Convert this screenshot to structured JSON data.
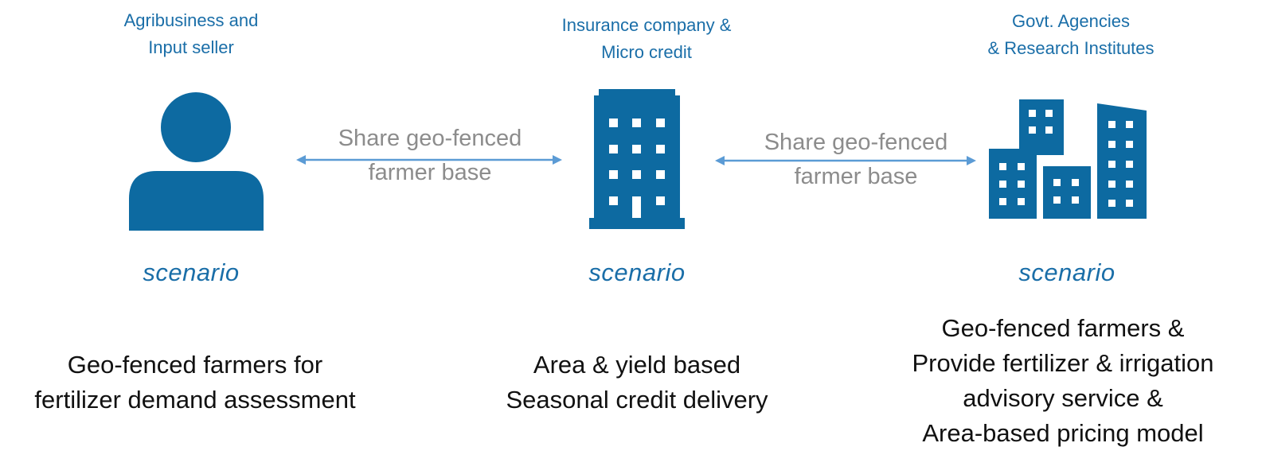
{
  "colors": {
    "accent": "#1a6ea8",
    "icon_fill": "#0d6aa1",
    "arrow": "#5b9bd5",
    "link_text": "#8c8c8c",
    "body_text": "#111111"
  },
  "actors": [
    {
      "title_lines": [
        "Agribusiness and",
        "Input seller"
      ],
      "icon": "person-icon",
      "scenario_label": "scenario",
      "description_lines": [
        "Geo-fenced farmers for",
        "fertilizer demand assessment"
      ]
    },
    {
      "title_lines": [
        "Insurance company &",
        "Micro credit"
      ],
      "icon": "office-building-icon",
      "scenario_label": "scenario",
      "description_lines": [
        "Area & yield based",
        "Seasonal credit delivery"
      ]
    },
    {
      "title_lines": [
        "Govt. Agencies",
        "& Research Institutes"
      ],
      "icon": "city-buildings-icon",
      "scenario_label": "scenario",
      "description_lines": [
        "Geo-fenced farmers &",
        "Provide fertilizer & irrigation",
        "advisory service &",
        "Area-based pricing model"
      ]
    }
  ],
  "links": [
    {
      "label_lines": [
        "Share geo-fenced",
        "farmer base"
      ],
      "direction": "bidirectional"
    },
    {
      "label_lines": [
        "Share geo-fenced",
        "farmer base"
      ],
      "direction": "bidirectional"
    }
  ]
}
